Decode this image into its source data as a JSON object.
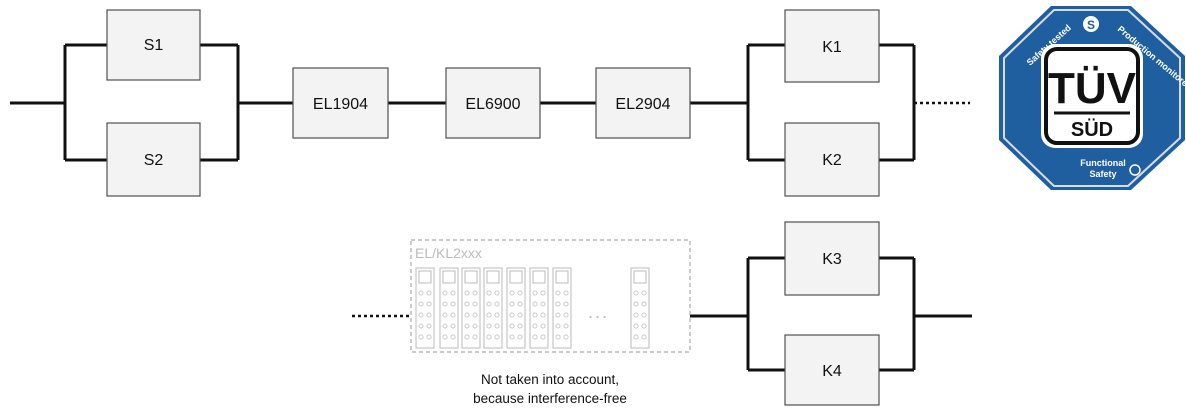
{
  "diagram": {
    "blocks": {
      "s1": "S1",
      "s2": "S2",
      "el1904": "EL1904",
      "el6900": "EL6900",
      "el2904": "EL2904",
      "k1": "K1",
      "k2": "K2",
      "k3": "K3",
      "k4": "K4"
    },
    "terminal_group": {
      "title": "EL/KL2xxx",
      "ellipsis": "...",
      "note_line1": "Not taken into account,",
      "note_line2": "because interference-free"
    }
  },
  "seal": {
    "main": "TÜV",
    "sub": "SÜD",
    "top_left": "Safety tested",
    "top_right": "Production monitored",
    "bottom_line1": "Functional",
    "bottom_line2": "Safety",
    "colors": {
      "octagon": "#1f5fa0",
      "rim": "#d7dde6",
      "inner": "#ffffff"
    }
  }
}
